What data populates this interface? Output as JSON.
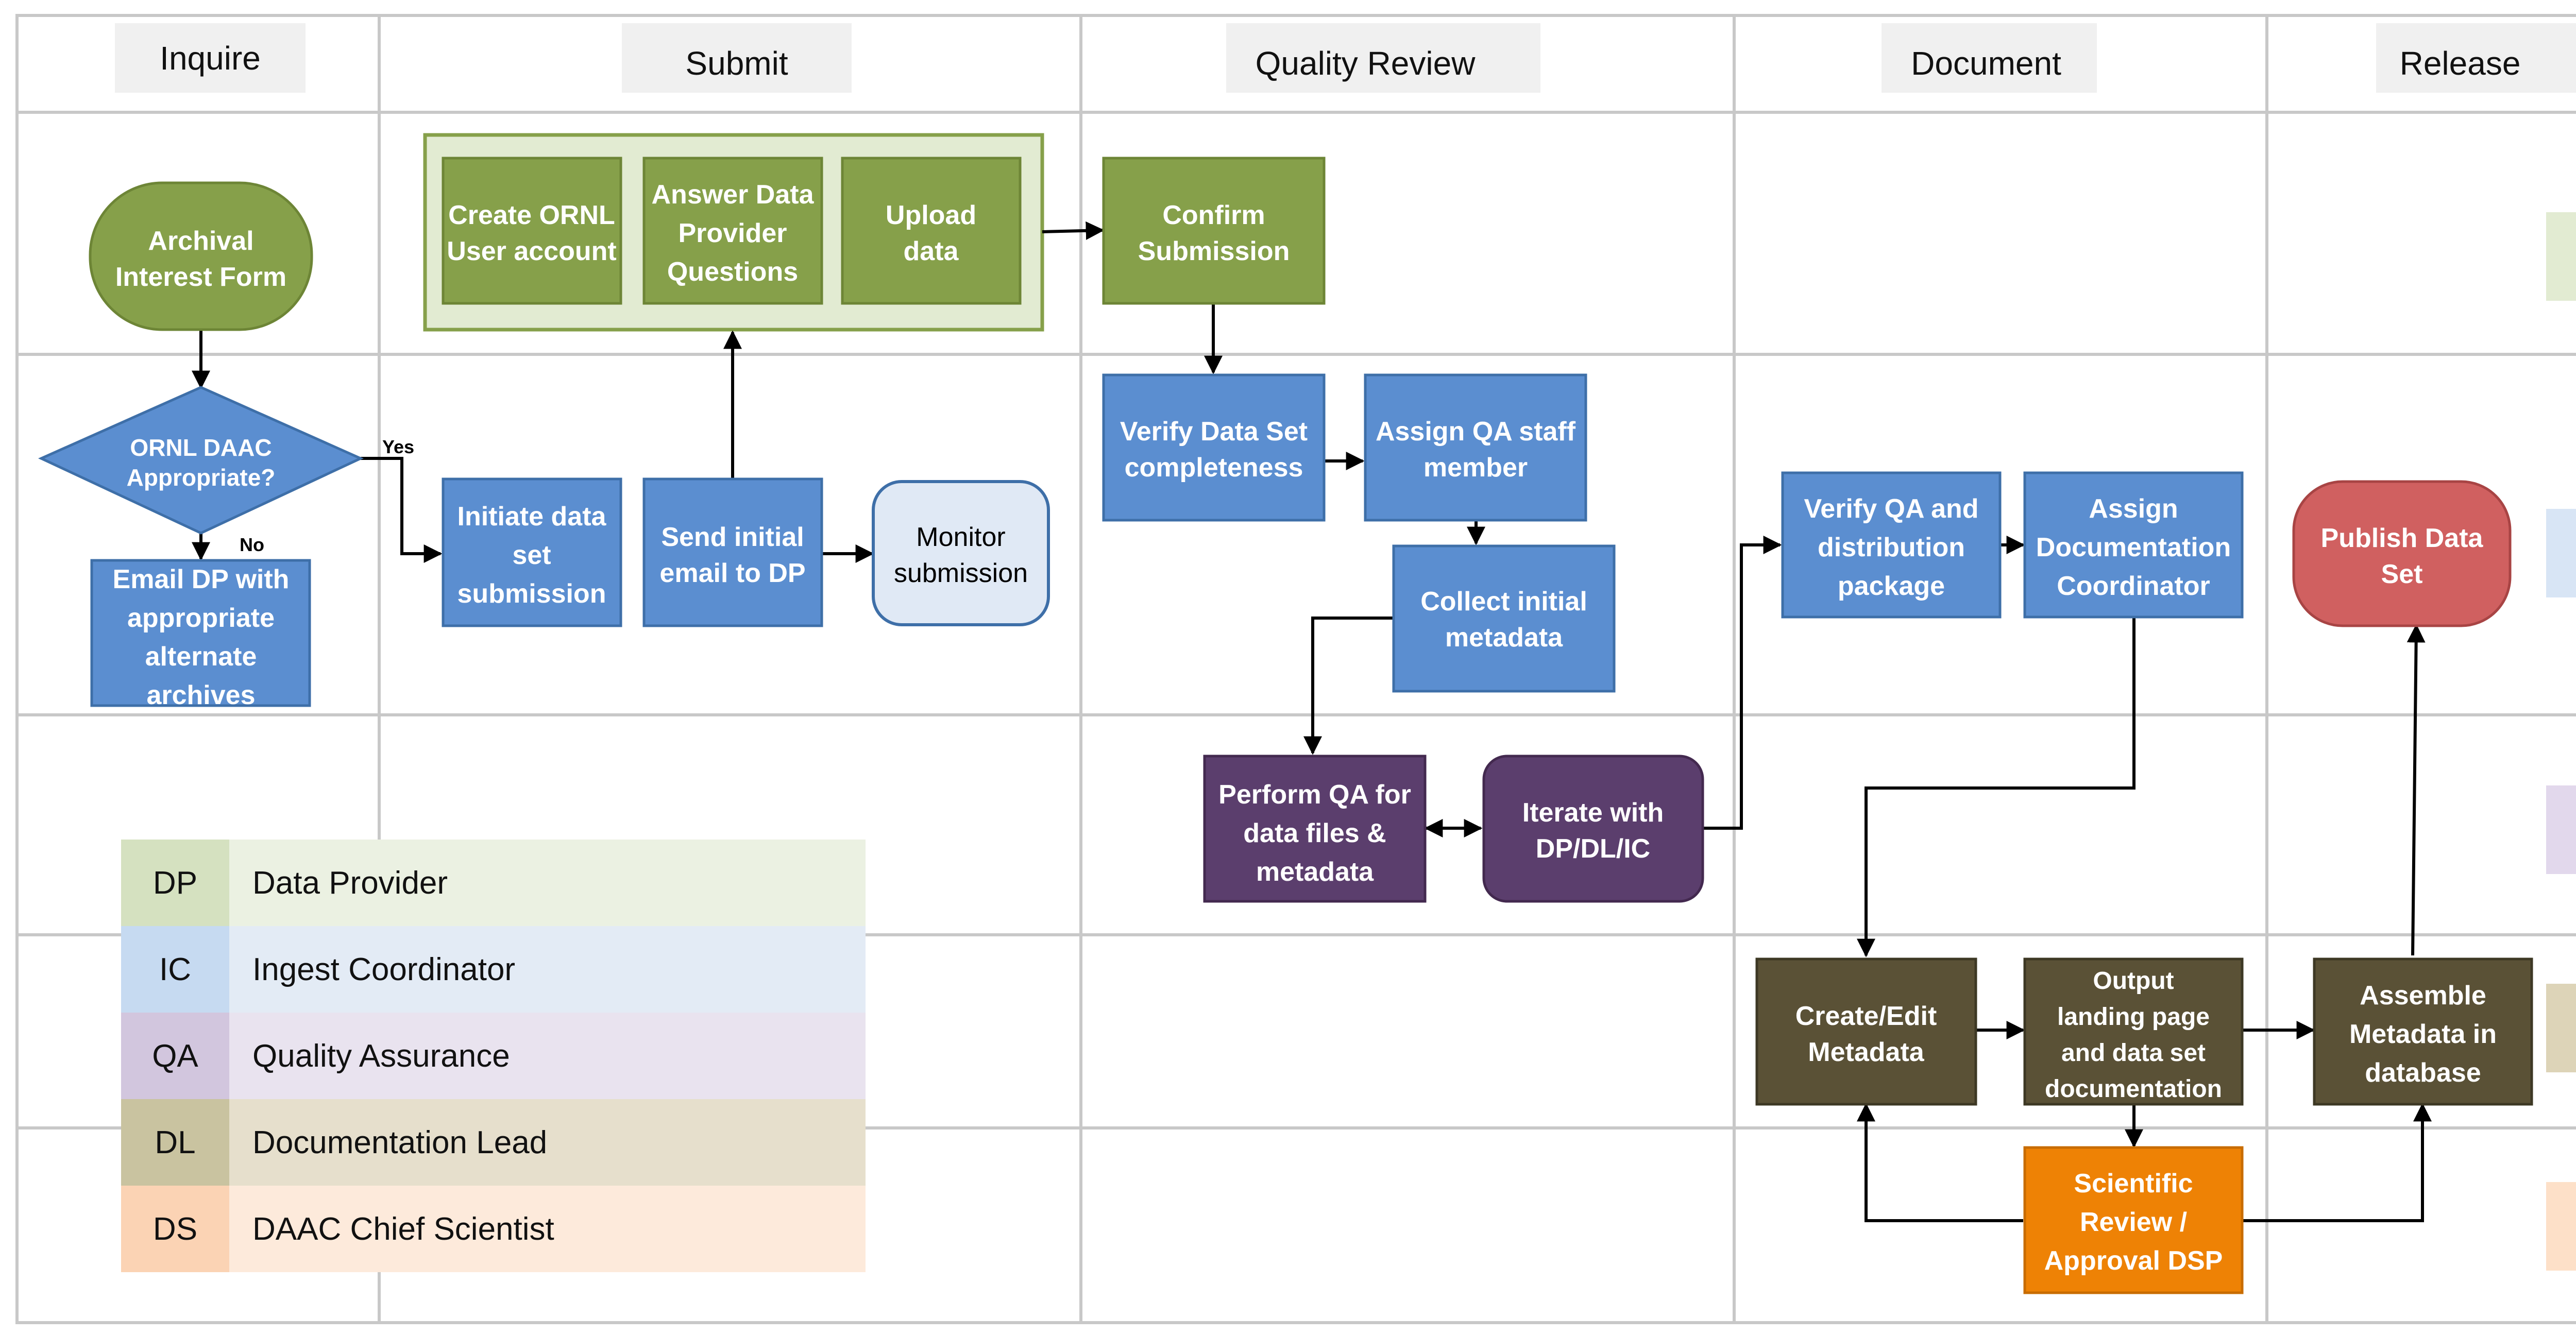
{
  "columns": [
    "Inquire",
    "Submit",
    "Quality Review",
    "Document",
    "Release"
  ],
  "row_labels": [
    "DP",
    "IC",
    "QA",
    "DL",
    "DS"
  ],
  "nodes": {
    "archival": [
      "Archival",
      "Interest Form"
    ],
    "ornl_daac": [
      "ORNL DAAC",
      "Appropriate?"
    ],
    "email_dp": [
      "Email DP with",
      "appropriate",
      "alternate",
      "archives"
    ],
    "create_ornl": [
      "Create ORNL",
      "User account"
    ],
    "answer_dp": [
      "Answer Data",
      "Provider",
      "Questions"
    ],
    "upload": [
      "Upload",
      "data"
    ],
    "initiate": [
      "Initiate data",
      "set",
      "submission"
    ],
    "send_email": [
      "Send initial",
      "email to DP"
    ],
    "monitor": [
      "Monitor",
      "submission"
    ],
    "confirm": [
      "Confirm",
      "Submission"
    ],
    "verify_ds": [
      "Verify Data Set",
      "completeness"
    ],
    "assign_qa": [
      "Assign QA staff",
      "member"
    ],
    "collect": [
      "Collect initial",
      "metadata"
    ],
    "perform_qa": [
      "Perform QA  for",
      "data files &",
      "metadata"
    ],
    "iterate": [
      "Iterate with",
      "DP/DL/IC"
    ],
    "verify_qa": [
      "Verify QA and",
      "distribution",
      "package"
    ],
    "assign_doc": [
      "Assign",
      "Documentation",
      "Coordinator"
    ],
    "create_edit": [
      "Create/Edit",
      "Metadata"
    ],
    "output": [
      "Output",
      "landing page",
      "and data set",
      "documentation"
    ],
    "scientific": [
      "Scientific",
      "Review /",
      "Approval  DSP"
    ],
    "assemble": [
      "Assemble",
      "Metadata in",
      "database"
    ],
    "publish": [
      "Publish Data",
      "Set"
    ]
  },
  "edge_labels": {
    "yes": "Yes",
    "no": "No"
  },
  "legend": [
    {
      "code": "DP",
      "name": "Data Provider"
    },
    {
      "code": "IC",
      "name": "Ingest Coordinator"
    },
    {
      "code": "QA",
      "name": "Quality Assurance"
    },
    {
      "code": "DL",
      "name": "Documentation Lead"
    },
    {
      "code": "DS",
      "name": "DAAC Chief Scientist"
    }
  ],
  "colors": {
    "dp": "#86a04a",
    "ic": "#5b8ed0",
    "qa": "#5b3e6d",
    "dl": "#5a5136",
    "ds": "#ee8205",
    "publish": "#d06060",
    "grid": "#c8c8c8",
    "dp_tint": "#e2ebd2",
    "ic_tint": "#d8e5f5",
    "qa_tint": "#e2d8ec",
    "dl_tint": "#ddd4b8",
    "ds_tint": "#fde0c8"
  }
}
